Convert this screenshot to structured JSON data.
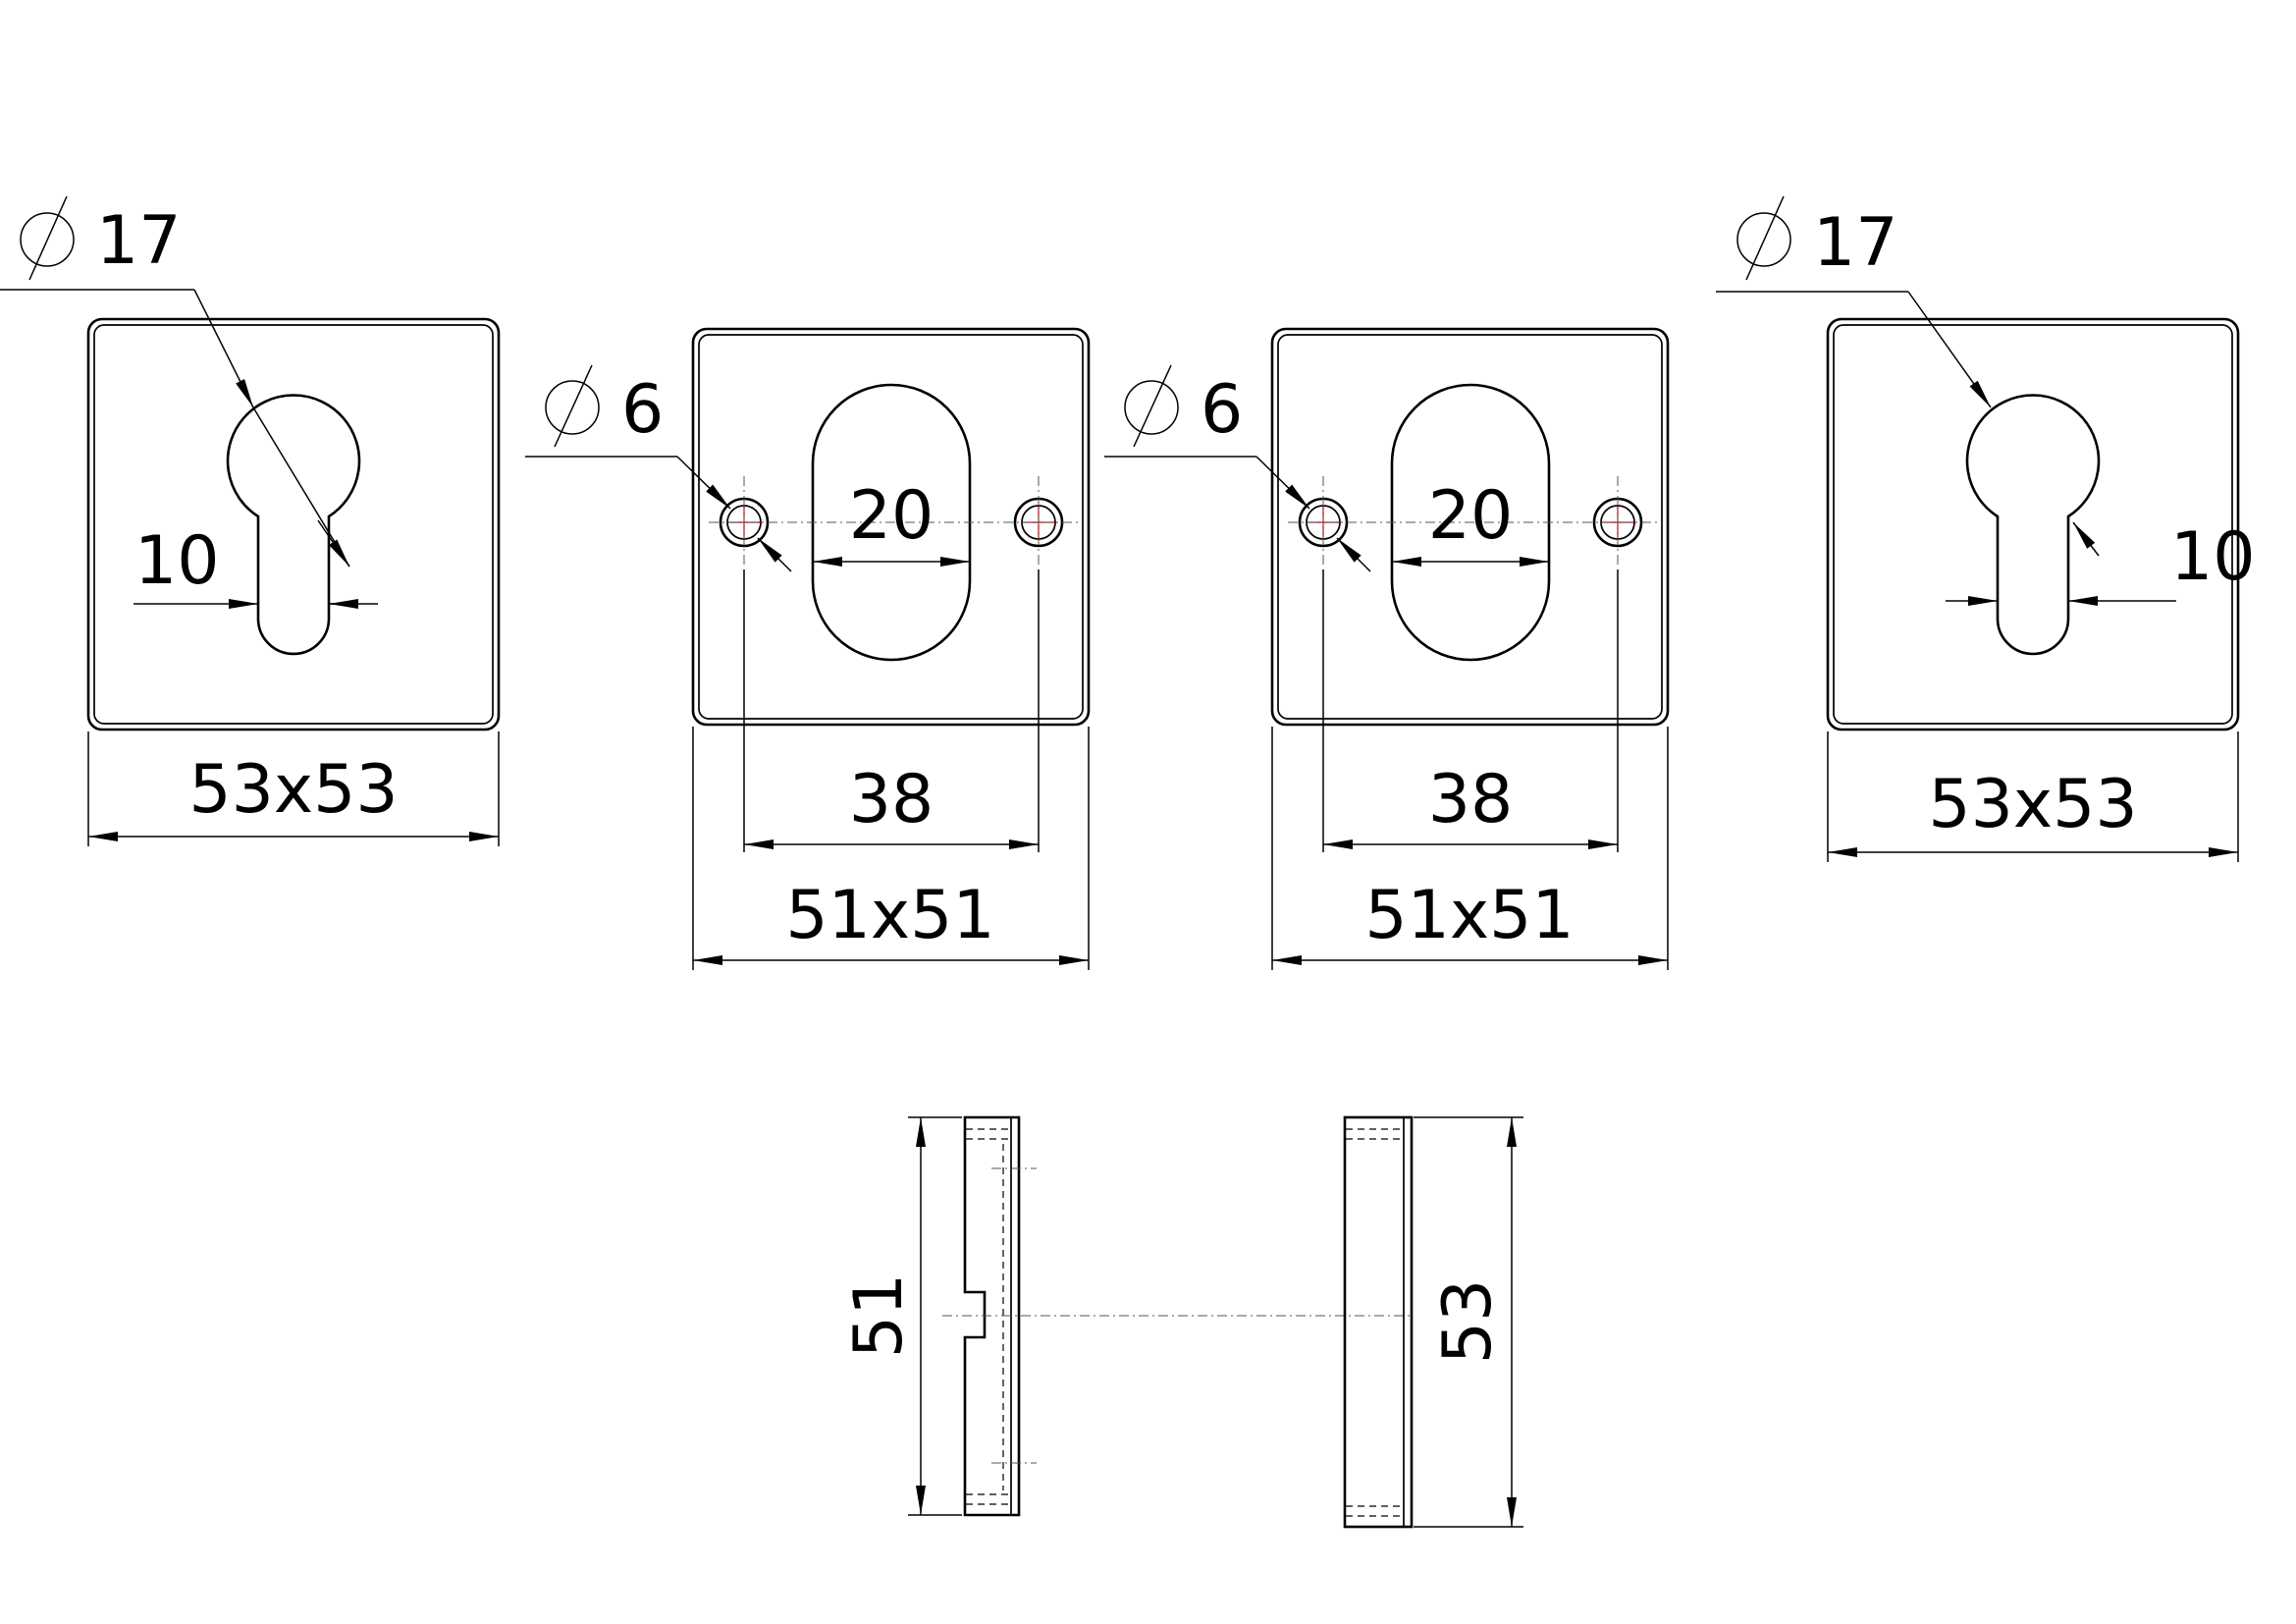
{
  "views": {
    "plate_1": {
      "slot_diameter": "17",
      "slot_width": "10",
      "outer_size": "53x53"
    },
    "plate_2": {
      "hole_diameter": "6",
      "opening_width": "20",
      "hole_spacing": "38",
      "outer_size": "51x51"
    },
    "plate_3": {
      "hole_diameter": "6",
      "opening_width": "20",
      "hole_spacing": "38",
      "outer_size": "51x51"
    },
    "plate_4": {
      "slot_diameter": "17",
      "slot_width": "10",
      "outer_size": "53x53"
    },
    "side_view_left": {
      "height": "51"
    },
    "side_view_right": {
      "height": "53"
    }
  }
}
